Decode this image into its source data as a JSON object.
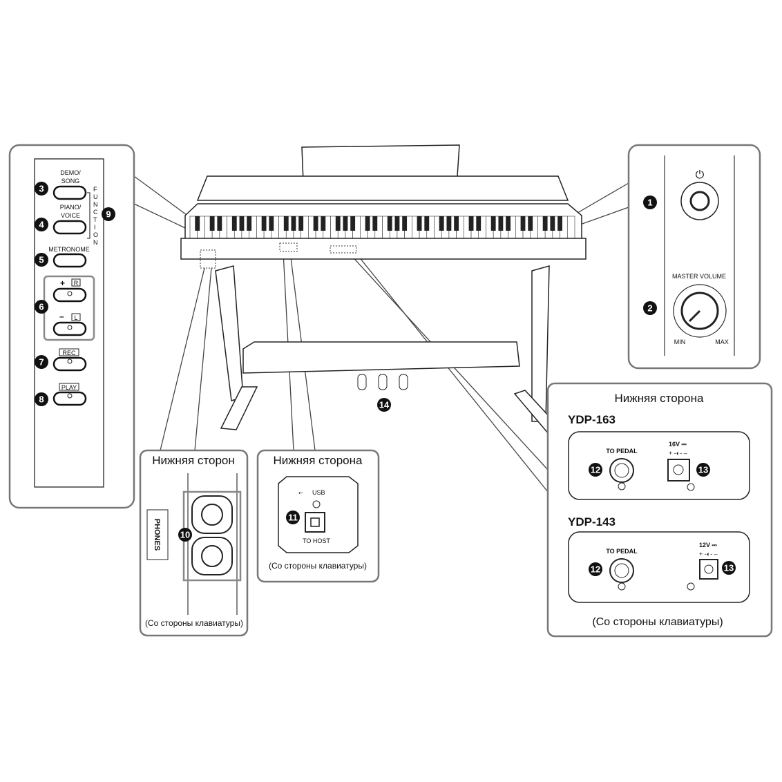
{
  "left_panel": {
    "demo_song": [
      "DEMO/",
      "SONG"
    ],
    "piano_voice": [
      "PIANO/",
      "VOICE"
    ],
    "metronome": "METRONOME",
    "plus": "+",
    "r": "R",
    "minus": "–",
    "l": "L",
    "rec": "REC",
    "play": "PLAY",
    "function": [
      "F",
      "U",
      "N",
      "C",
      "T",
      "I",
      "O",
      "N"
    ]
  },
  "right_panel": {
    "power_symbol": "⏻",
    "master_volume": "MASTER  VOLUME",
    "min": "MIN",
    "max": "MAX"
  },
  "phones_panel": {
    "title": "Нижняя сторон",
    "phones": "PHONES",
    "caption": "(Со стороны клавиатуры)"
  },
  "usb_panel": {
    "title": "Нижняя сторона",
    "usb": "USB",
    "to_host": "TO HOST",
    "caption": "(Со стороны клавиатуры)"
  },
  "dc_panel": {
    "title": "Нижняя сторона",
    "model1": "YDP-163",
    "model2": "YDP-143",
    "to_pedal": "TO PEDAL",
    "v16": "16V ⎓",
    "v12": "12V ⎓",
    "polarity": "+ -◐- –",
    "caption": "(Со стороны клавиатуры)"
  },
  "callouts": [
    "1",
    "2",
    "3",
    "4",
    "5",
    "6",
    "7",
    "8",
    "9",
    "10",
    "11",
    "12",
    "13",
    "14"
  ]
}
